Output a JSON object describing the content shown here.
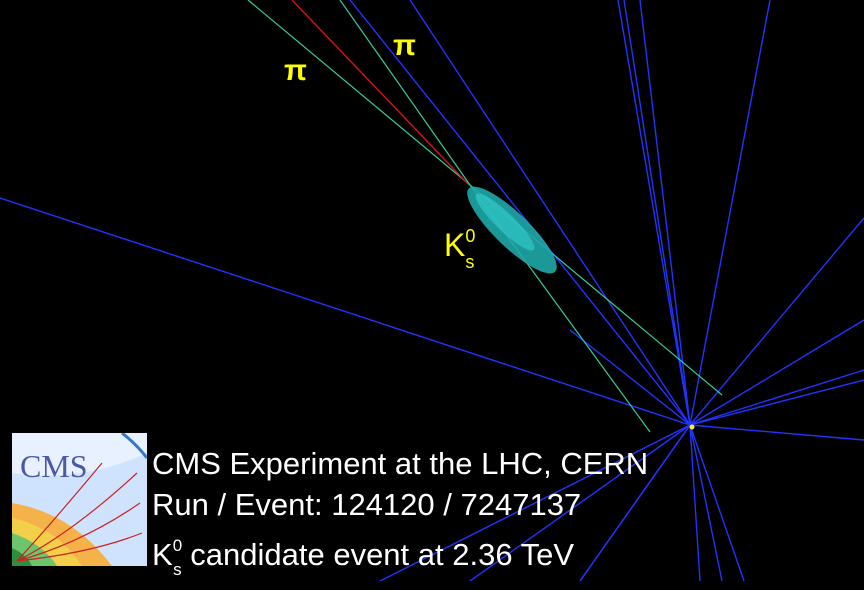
{
  "labels": {
    "pion_1": "π",
    "pion_2": "π",
    "kaon_base": "K",
    "kaon_sup": "0",
    "kaon_sub": "s"
  },
  "logo": {
    "text": "CMS"
  },
  "info": {
    "line1": "CMS Experiment at the LHC, CERN",
    "line2": "Run / Event: 124120 / 7247137",
    "line3_base": "K",
    "line3_sup": "0",
    "line3_sub": "s",
    "line3_rest": " candidate event at 2.36 TeV"
  },
  "colors": {
    "background": "#000000",
    "tracks": "#2233ff",
    "pion_tracks": "#33cc99",
    "highlight_track": "#dd1111",
    "vertex_blob": "#22cccc",
    "labels": "#ffff00",
    "info_text": "#ffffff"
  }
}
